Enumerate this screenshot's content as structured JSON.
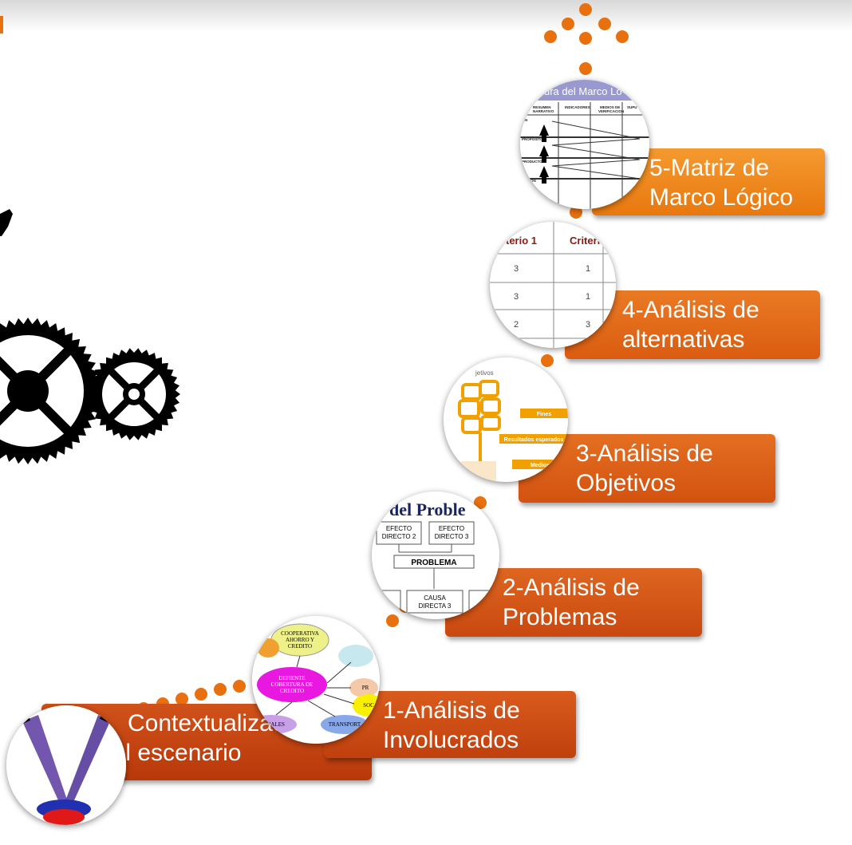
{
  "steps": [
    {
      "label_line1": "Contextualización",
      "label_line2": "del escenario"
    },
    {
      "label_line1": "1-Análisis de",
      "label_line2": "Involucrados"
    },
    {
      "label_line1": "2-Análisis de",
      "label_line2": "Problemas"
    },
    {
      "label_line1": "3-Análisis de",
      "label_line2": "Objetivos"
    },
    {
      "label_line1": "4-Análisis de",
      "label_line2": "alternativas"
    },
    {
      "label_line1": "5-Matriz de",
      "label_line2": "Marco Lógico"
    }
  ],
  "thumb_involucrados": {
    "n1": "COOPERATIVA",
    "n2": "AHORRO Y",
    "n3": "CREDITO",
    "center1": "DEFIENTE",
    "center2": "COBERTURA DE",
    "center3": "CREDITO",
    "left": "SIONALES",
    "bottom": "TRANSPORT",
    "right": "SOC",
    "right2": "PR"
  },
  "thumb_problemas": {
    "title": "del Proble",
    "efecto2a": "EFECTO",
    "efecto2b": "DIRECTO 2",
    "efecto3a": "EFECTO",
    "efecto3b": "DIRECTO 3",
    "problema": "PROBLEMA",
    "causa3a": "CAUSA",
    "causa3b": "DIRECTA 3"
  },
  "thumb_objetivos": {
    "title": "jetivos",
    "fines": "Fines",
    "resultados": "Resultados esperados",
    "medios": "Medios"
  },
  "thumb_alternativas": {
    "col1": "terio 1",
    "col2": "Criterio",
    "rows": [
      [
        "3",
        "1"
      ],
      [
        "3",
        "1"
      ],
      [
        "2",
        "3"
      ]
    ]
  },
  "thumb_matriz": {
    "title": "ura del Marco Lo",
    "h1": "RESUMEN",
    "h1b": "NARRATIVO",
    "h2": "INDICADORES",
    "h3": "MEDIOS DE",
    "h3b": "VERIFICACION",
    "h4": "SUPU",
    "r1": "FIN",
    "r2": "PROPOSITO",
    "r3": "PRODUCTOS",
    "r4": "ACCION"
  },
  "colors": {
    "accent": "#e8700f",
    "dark_step": "#c0400e"
  }
}
